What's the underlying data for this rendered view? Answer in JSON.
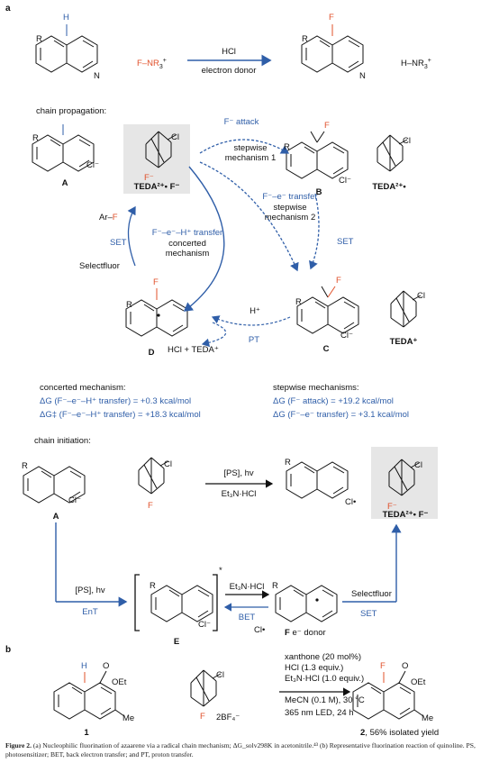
{
  "panel_a": "a",
  "panel_b": "b",
  "top": {
    "reagent": "F–NR",
    "reagent_sub": "3",
    "reagent_sup": "+",
    "arrow_top": "HCl",
    "arrow_bottom": "electron donor",
    "byproduct": "H–NR",
    "byproduct_sub": "3",
    "byproduct_sup": "+",
    "H": "H",
    "F": "F",
    "R": "R",
    "N": "N"
  },
  "propagation": {
    "title": "chain propagation:",
    "f_attack": "F⁻ attack",
    "stepwise1_a": "stepwise",
    "stepwise1_b": "mechanism 1",
    "fe_transfer": "F⁻–e⁻ transfer",
    "stepwise2_a": "stepwise",
    "stepwise2_b": "mechanism 2",
    "set": "SET",
    "feh_transfer": "F⁻–e⁻–H⁺ transfer",
    "concerted_a": "concerted",
    "concerted_b": "mechanism",
    "arf": "Ar–",
    "arf_f": "F",
    "selectfluor": "Selectfluor",
    "set_left": "SET",
    "hplus": "H⁺",
    "pt": "PT",
    "hcl_teda": "HCl + TEDA⁺",
    "cl_minus": "Cl⁻",
    "f_minus": "F⁻",
    "label_A": "A",
    "label_B": "B",
    "label_C": "C",
    "label_D": "D",
    "teda_2plus_f": "TEDA²⁺• F⁻",
    "teda_2plus": "TEDA²⁺•",
    "teda_plus": "TEDA⁺",
    "cl": "Cl"
  },
  "energies": {
    "concerted_title": "concerted mechanism:",
    "concerted_1": "ΔG (F⁻–e⁻–H⁺ transfer) = +0.3 kcal/mol",
    "concerted_2": "ΔG‡ (F⁻–e⁻–H⁺ transfer) = +18.3 kcal/mol",
    "stepwise_title": "stepwise mechanisms:",
    "stepwise_1": "ΔG (F⁻ attack) = +19.2 kcal/mol",
    "stepwise_2": "ΔG (F⁻–e⁻ transfer) = +3.1 kcal/mol"
  },
  "initiation": {
    "title": "chain initiation:",
    "ps_hv": "[PS], hv",
    "et3n_hcl": "Et₃N·HCl",
    "ent": "EnT",
    "bet": "BET",
    "set": "SET",
    "selectfluor": "Selectfluor",
    "cl_rad": "Cl•",
    "e_donor": "e⁻ donor",
    "label_A": "A",
    "label_E": "E",
    "label_F": "F",
    "teda_2plus_f": "TEDA²⁺• F⁻",
    "star": "*"
  },
  "reaction_b": {
    "cond1": "xanthone (20 mol%)",
    "cond2": "HCl (1.3 equiv.)",
    "cond3": "Et₃N·HCl (1.0 equiv.)",
    "cond4": "MeCN (0.1 M), 30 °C",
    "cond5": "365 nm LED, 24 h",
    "oet": "OEt",
    "me": "Me",
    "o": "O",
    "salt": "2BF₄⁻",
    "label_1": "1",
    "label_2": "2",
    "yield": ", 56% isolated yield"
  },
  "caption": {
    "fig": "Figure 2.",
    "text": " (a) Nucleophilic fluorination of azaarene via a radical chain mechanism; ΔG_solv298K in acetonitrile.⁴³ (b) Representative fluorination reaction of quinoline. PS, photosensitizer; BET, back electron transfer; and PT, proton transfer."
  },
  "colors": {
    "accent_blue": "#2f5ea8",
    "fluorine_orange": "#e0502a",
    "highlight_gray": "#e6e6e6"
  }
}
